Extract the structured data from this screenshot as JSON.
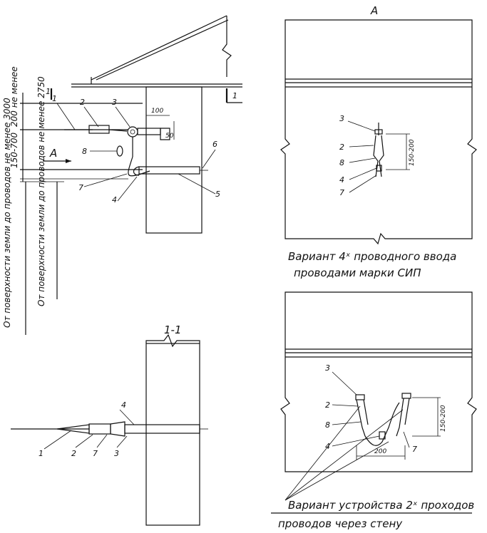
{
  "views": {
    "main": {
      "labels": [
        "1",
        "2",
        "3",
        "8",
        "7",
        "4",
        "5",
        "6"
      ],
      "section_marks": [
        "1",
        "1"
      ],
      "view_arrow": "A",
      "dims": {
        "d100": "100",
        "d50": "50"
      },
      "vertical_dims": {
        "top": "200 не менее",
        "mid": "150-700"
      },
      "vertical_notes": [
        "От поверхности земли до проводов не менее 3000",
        "От поверхности земли до проводов не менее 2750"
      ]
    },
    "section": {
      "title": "1-1",
      "labels": [
        "4",
        "1",
        "2",
        "7",
        "3"
      ]
    },
    "view_a": {
      "title": "A",
      "labels": [
        "3",
        "2",
        "8",
        "4",
        "7"
      ],
      "dim": "150-200",
      "caption_line1": "Вариант 4ˣ проводного ввода",
      "caption_line2": "проводами марки СИП"
    },
    "variant2": {
      "labels": [
        "3",
        "2",
        "8",
        "4",
        "7"
      ],
      "dim_h": "200",
      "dim_v": "150-200",
      "caption_line1": "Вариант устройства 2ˣ проходов",
      "caption_line2": "проводов через стену"
    }
  }
}
